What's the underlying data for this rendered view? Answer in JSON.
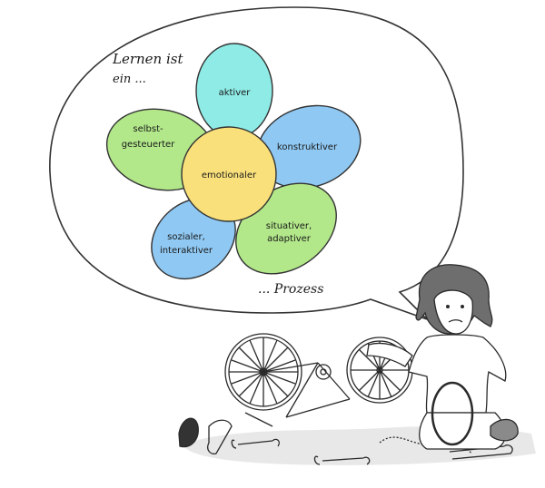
{
  "bubble": {
    "intro_line1": "Lernen ist",
    "intro_line2": "ein ...",
    "outro": "... Prozess"
  },
  "flower": {
    "center": {
      "label": "emotionaler",
      "color": "#F9E07B"
    },
    "petals": [
      {
        "id": "top",
        "label_lines": [
          "aktiver"
        ],
        "color": "#8EEBE6"
      },
      {
        "id": "right",
        "label_lines": [
          "konstruktiver"
        ],
        "color": "#8FC8F2"
      },
      {
        "id": "bottom-right",
        "label_lines": [
          "situativer,",
          "adaptiver"
        ],
        "color": "#B2E78A"
      },
      {
        "id": "bottom-left",
        "label_lines": [
          "sozialer,",
          "interaktiver"
        ],
        "color": "#8FC8F2"
      },
      {
        "id": "left",
        "label_lines": [
          "selbst-",
          "gesteuerter"
        ],
        "color": "#B2E78A"
      }
    ]
  }
}
